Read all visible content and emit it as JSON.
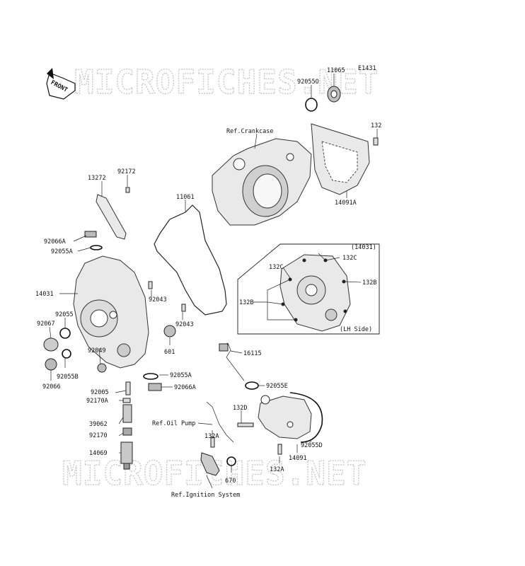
{
  "watermark": "MICROFICHES.NET",
  "diagram_code": "E1431",
  "front_label": "FRONT",
  "inset": {
    "title": "(14031)",
    "caption": "(LH Side)"
  },
  "labels": {
    "p11065": "11065",
    "p92055o": "92055O",
    "p132a": "132",
    "refCrankcase": "Ref.Crankcase",
    "p14091a": "14091A",
    "p13272": "13272",
    "p92172": "92172",
    "p11061": "11061",
    "p92066a_top": "92066A",
    "p92055a_top": "92055A",
    "p14031": "14031",
    "p92043a": "92043",
    "p92043b": "92043",
    "p92055": "92055",
    "p92067": "92067",
    "p92049": "92049",
    "p601": "601",
    "p92055b": "92055B",
    "p92066": "92066",
    "p92055a_mid": "92055A",
    "p92066a_mid": "92066A",
    "p92005": "92005",
    "p92170a": "92170A",
    "p39062": "39062",
    "p92170": "92170",
    "p14069": "14069",
    "p16115": "16115",
    "p92055e": "92055E",
    "p132d": "132D",
    "refOilPump": "Ref.Oil Pump",
    "p132a_l": "132A",
    "p14091": "14091",
    "p92055d": "92055D",
    "p132a_r": "132A",
    "p670": "670",
    "refIgnition": "Ref.Ignition System",
    "p132c_1": "132C",
    "p132c_2": "132C",
    "p132b_1": "132B",
    "p132b_2": "132B"
  }
}
